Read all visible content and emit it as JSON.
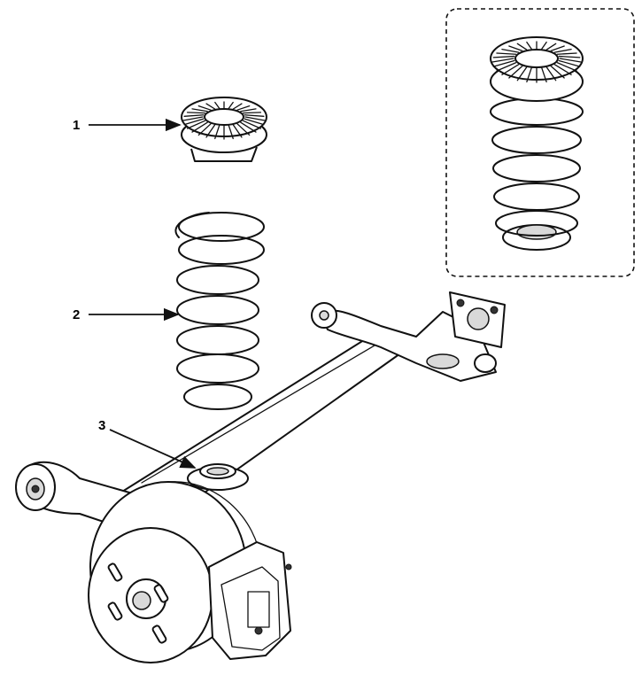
{
  "callouts": [
    {
      "label": "1",
      "part": "spring-upper-seat"
    },
    {
      "label": "2",
      "part": "coil-spring"
    },
    {
      "label": "3",
      "part": "spring-lower-seat"
    }
  ],
  "colors": {
    "line": "#111111",
    "background": "#ffffff",
    "shade": "#d9d9d9"
  }
}
